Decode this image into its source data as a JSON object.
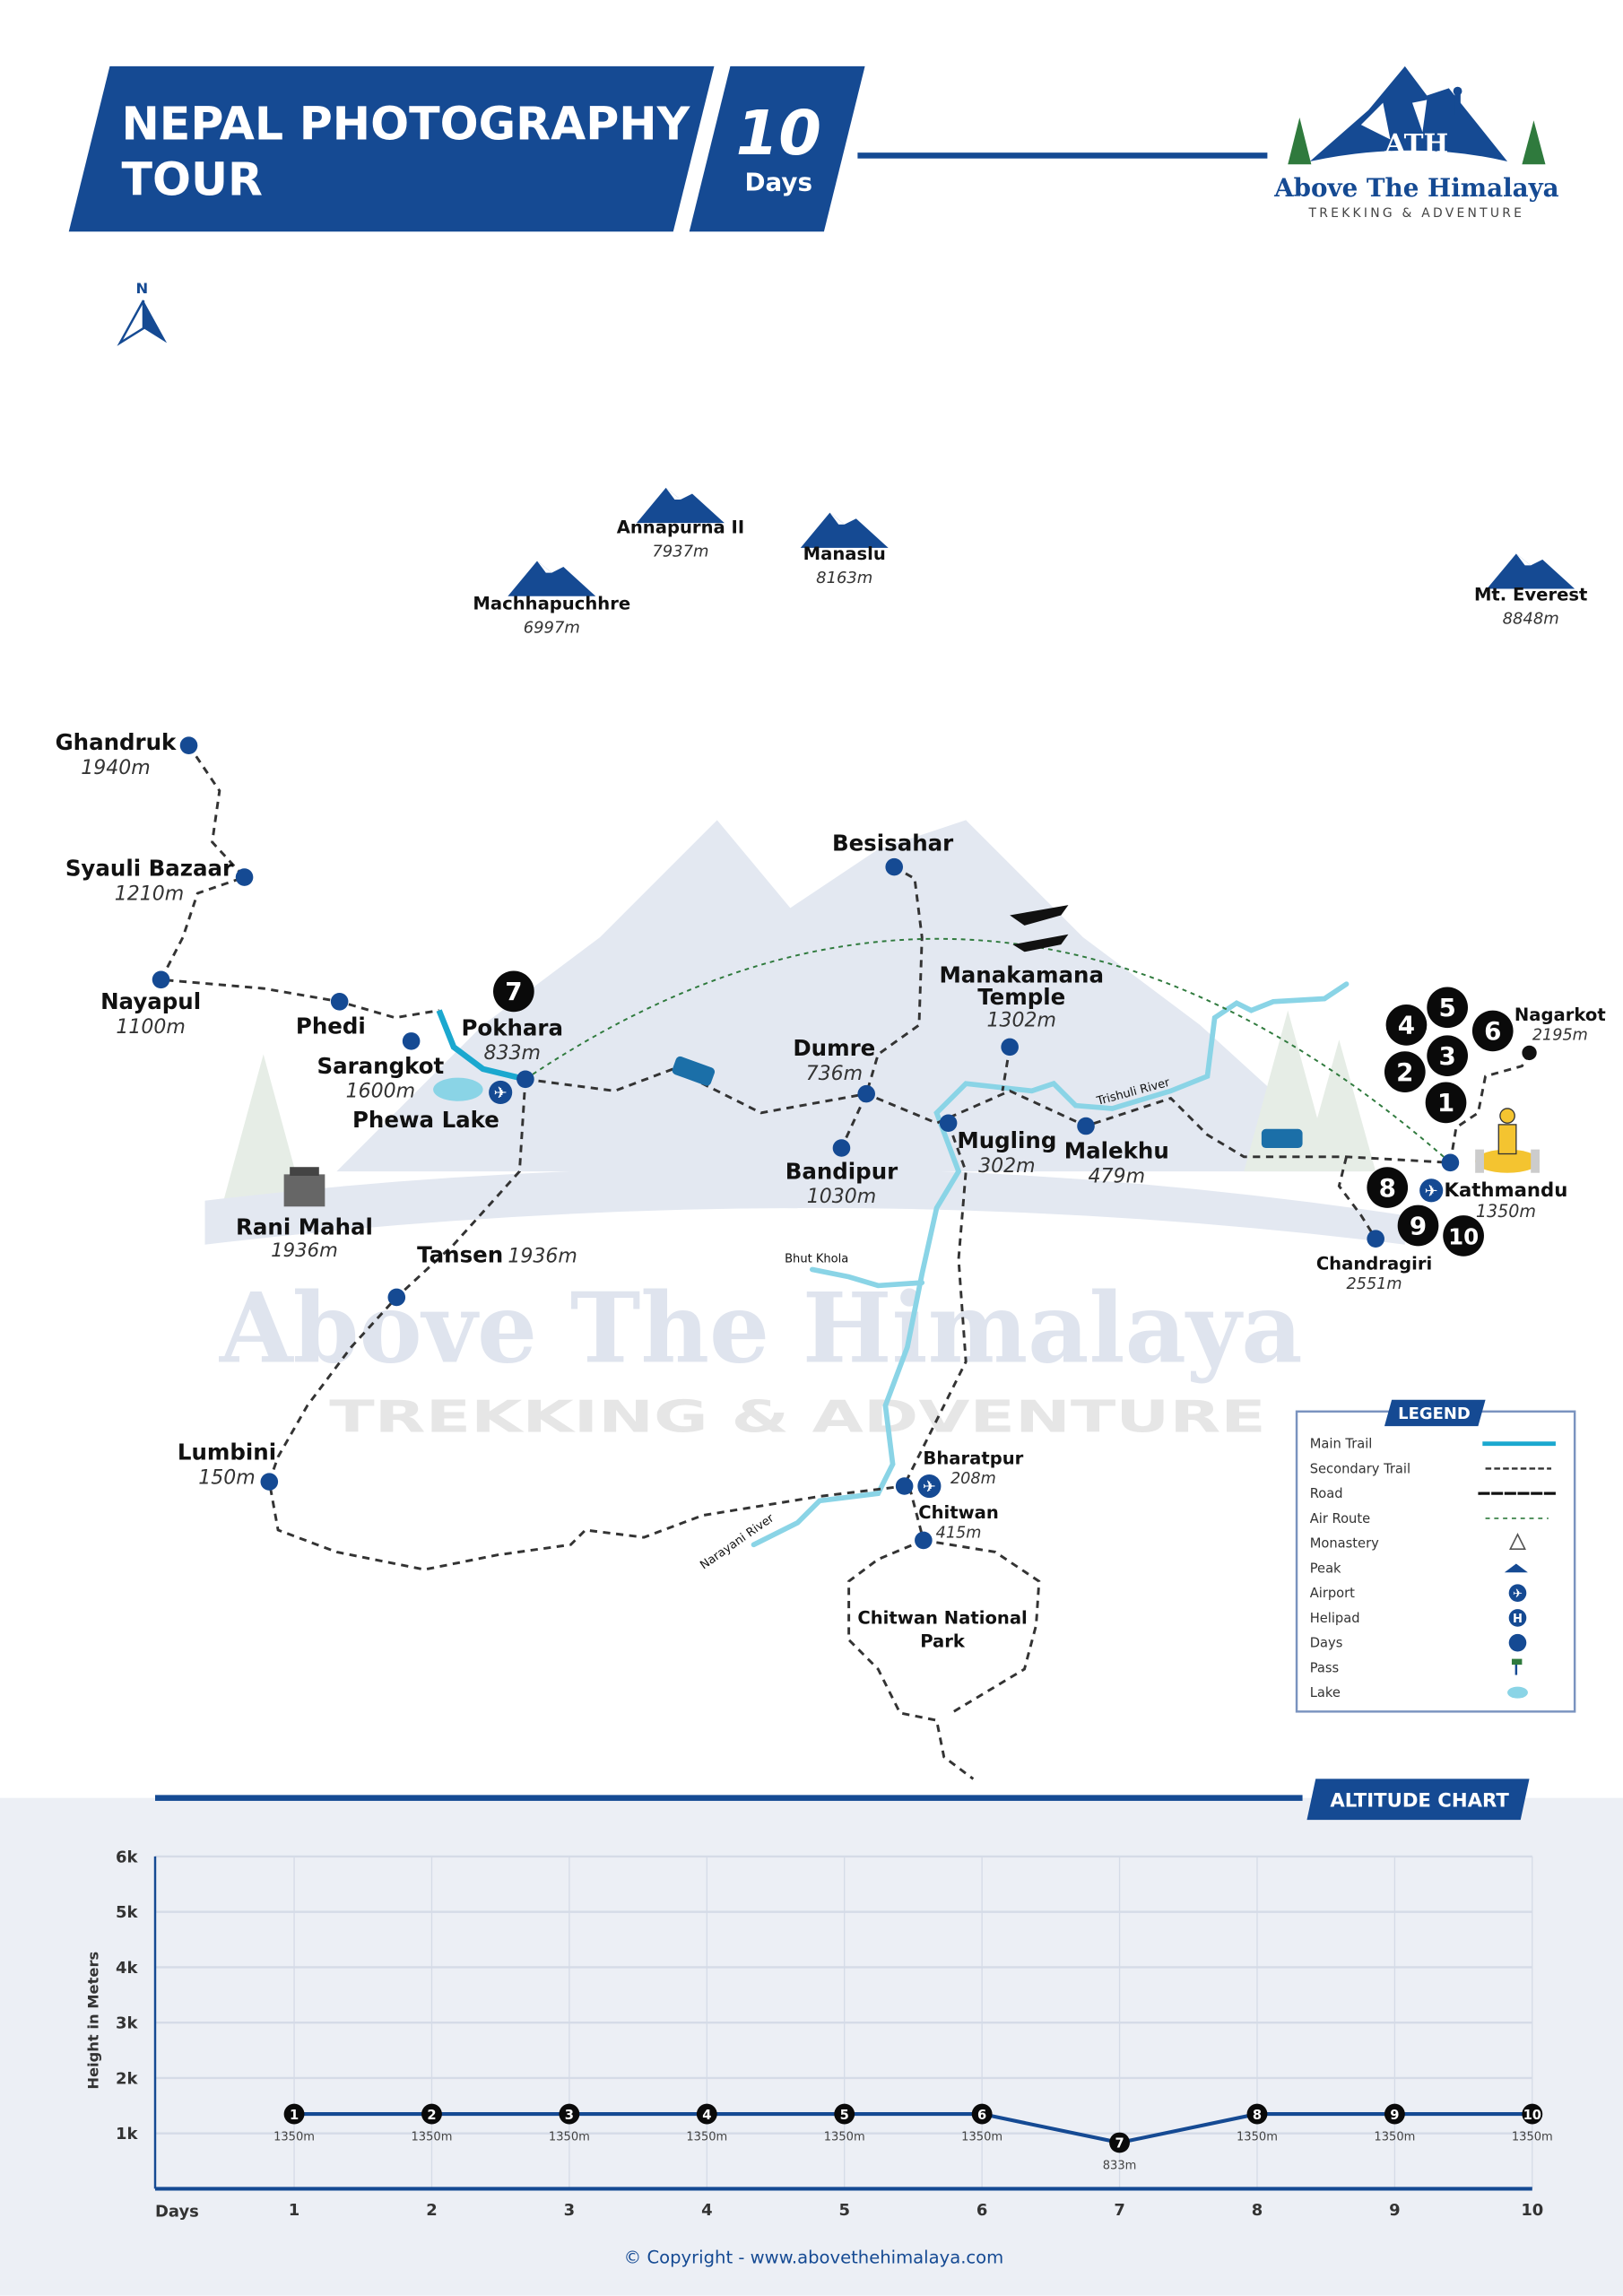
{
  "header": {
    "title_line1": "NEPAL PHOTOGRAPHY",
    "title_line2": "TOUR",
    "duration_number": "10",
    "duration_unit": "Days"
  },
  "logo": {
    "monogram": "ATH",
    "name": "Above The Himalaya",
    "tagline": "TREKKING & ADVENTURE"
  },
  "compass": {
    "label": "N"
  },
  "watermark": {
    "name": "Above The Himalaya",
    "tagline": "TREKKING & ADVENTURE"
  },
  "colors": {
    "brand_blue": "#154a93",
    "main_trail": "#1ba8cf",
    "river": "#8ad4e6",
    "air_route": "#2f7a3d",
    "day_marker": "#0a0a0a",
    "chart_bg": "#eceff5"
  },
  "map": {
    "peaks": [
      {
        "name": "Annapurna II",
        "altitude": "7937m"
      },
      {
        "name": "Manaslu",
        "altitude": "8163m"
      },
      {
        "name": "Machhapuchhre",
        "altitude": "6997m"
      },
      {
        "name": "Mt. Everest",
        "altitude": "8848m"
      }
    ],
    "places": [
      {
        "name": "Ghandruk",
        "altitude": "1940m"
      },
      {
        "name": "Syauli Bazaar",
        "altitude": "1210m"
      },
      {
        "name": "Nayapul",
        "altitude": "1100m"
      },
      {
        "name": "Phedi",
        "altitude": ""
      },
      {
        "name": "Sarangkot",
        "altitude": "1600m"
      },
      {
        "name": "Pokhara",
        "altitude": "833m"
      },
      {
        "name": "Tansen",
        "altitude": "1936m"
      },
      {
        "name": "Lumbini",
        "altitude": "150m"
      },
      {
        "name": "Besisahar",
        "altitude": ""
      },
      {
        "name": "Dumre",
        "altitude": "736m"
      },
      {
        "name": "Bandipur",
        "altitude": "1030m"
      },
      {
        "name": "Manakamana Temple",
        "altitude": "1302m"
      },
      {
        "name": "Mugling",
        "altitude": "302m"
      },
      {
        "name": "Malekhu",
        "altitude": "479m"
      },
      {
        "name": "Kathmandu",
        "altitude": "1350m"
      },
      {
        "name": "Nagarkot",
        "altitude": "2195m"
      },
      {
        "name": "Chandragiri",
        "altitude": "2551m"
      },
      {
        "name": "Bharatpur",
        "altitude": "208m"
      },
      {
        "name": "Chitwan",
        "altitude": "415m"
      }
    ],
    "landmarks": [
      {
        "name": "Rani Mahal",
        "altitude": "1936m"
      },
      {
        "name": "Phewa Lake",
        "altitude": ""
      },
      {
        "name": "Chitwan National Park",
        "altitude": ""
      }
    ],
    "rivers": [
      "Trishuli River",
      "Bhut Khola",
      "Narayani River"
    ],
    "day_markers": [
      "1",
      "2",
      "3",
      "4",
      "5",
      "6",
      "7",
      "8",
      "9",
      "10"
    ]
  },
  "legend": {
    "title": "LEGEND",
    "items": [
      {
        "label": "Main Trail",
        "icon": "main-trail-line"
      },
      {
        "label": "Secondary Trail",
        "icon": "secondary-trail-line"
      },
      {
        "label": "Road",
        "icon": "road-line"
      },
      {
        "label": "Air Route",
        "icon": "air-route-line"
      },
      {
        "label": "Monastery",
        "icon": "monastery-icon"
      },
      {
        "label": "Peak",
        "icon": "peak-icon"
      },
      {
        "label": "Airport",
        "icon": "airport-icon"
      },
      {
        "label": "Helipad",
        "icon": "helipad-icon"
      },
      {
        "label": "Days",
        "icon": "day-dot-icon"
      },
      {
        "label": "Pass",
        "icon": "pass-icon"
      },
      {
        "label": "Lake",
        "icon": "lake-icon"
      }
    ]
  },
  "chart_data": {
    "type": "line",
    "title": "ALTITUDE CHART",
    "xlabel": "Days",
    "ylabel": "Height in Meters",
    "x": [
      1,
      2,
      3,
      4,
      5,
      6,
      7,
      8,
      9,
      10
    ],
    "values": [
      1350,
      1350,
      1350,
      1350,
      1350,
      1350,
      833,
      1350,
      1350,
      1350
    ],
    "point_labels": [
      "1350m",
      "1350m",
      "1350m",
      "1350m",
      "1350m",
      "1350m",
      "833m",
      "1350m",
      "1350m",
      "1350m"
    ],
    "y_ticks": [
      "1k",
      "2k",
      "3k",
      "4k",
      "5k",
      "6k"
    ],
    "ylim": [
      0,
      6000
    ],
    "grid": true
  },
  "footer": {
    "copyright": "© Copyright - www.abovethehimalaya.com"
  }
}
